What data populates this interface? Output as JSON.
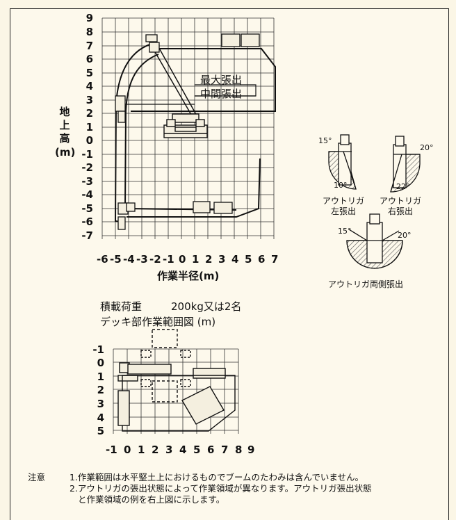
{
  "main_chart": {
    "y_title": [
      "地",
      "上",
      "高",
      "(m)"
    ],
    "y_ticks": [
      "9",
      "8",
      "7",
      "6",
      "5",
      "4",
      "3",
      "2",
      "1",
      "0",
      "-1",
      "-2",
      "-3",
      "-4",
      "-5",
      "-6",
      "-7"
    ],
    "x_ticks": [
      "-6",
      "-5",
      "-4",
      "-3",
      "-2",
      "-1",
      "0",
      "1",
      "2",
      "3",
      "4",
      "5",
      "6",
      "7"
    ],
    "x_title": "作業半径(m)",
    "annotation_max": "最大張出",
    "annotation_mid": "中間張出"
  },
  "outrigger": {
    "left_label": [
      "アウトリガ",
      "左張出"
    ],
    "right_label": [
      "アウトリガ",
      "右張出"
    ],
    "both_label": "アウトリガ両側張出",
    "angles": {
      "left_top": "15°",
      "left_bottom": "10°",
      "right_top": "20°",
      "right_bottom": "22°",
      "both_left": "15°",
      "both_right": "20°"
    }
  },
  "deck": {
    "load_label": "積載荷重",
    "load_value": "200kg又は2名",
    "title": "デッキ部作業範囲図 (m)",
    "y_ticks": [
      "-1",
      "0",
      "1",
      "2",
      "3",
      "4",
      "5"
    ],
    "x_ticks": [
      "-1",
      "0",
      "1",
      "2",
      "3",
      "4",
      "5",
      "6",
      "7",
      "8",
      "9"
    ]
  },
  "notes": {
    "heading": "注意",
    "line1": "1.作業範囲は水平堅土上におけるものでブームのたわみは含んでいません。",
    "line2": "2.アウトリガの張出状態によって作業領域が異なります。アウトリガ張出状態",
    "line3": "と作業領域の例を右上図に示します。"
  },
  "colors": {
    "background": "#fdf9ec",
    "line": "#222222",
    "hatch": "#555555"
  }
}
